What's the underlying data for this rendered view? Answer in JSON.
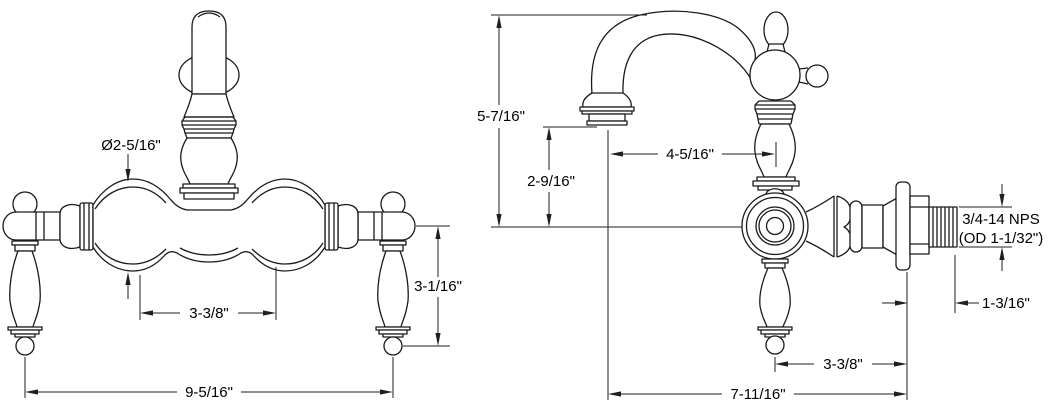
{
  "drawing": {
    "front_view": {
      "body_diameter": "Ø2-5/16\"",
      "port_spacing": "3-3/8\"",
      "handle_drop": "3-1/16\"",
      "overall_width": "9-5/16\""
    },
    "side_view": {
      "overall_height": "5-7/16\"",
      "spout_clearance": "2-9/16\"",
      "spout_reach": "4-5/16\"",
      "thread_spec_line1": "3/4-14 NPS",
      "thread_spec_line2": "(OD 1-1/32\")",
      "nipple_length": "1-3/16\"",
      "handle_to_wall": "3-3/8\"",
      "overall_depth": "7-11/16\""
    }
  }
}
